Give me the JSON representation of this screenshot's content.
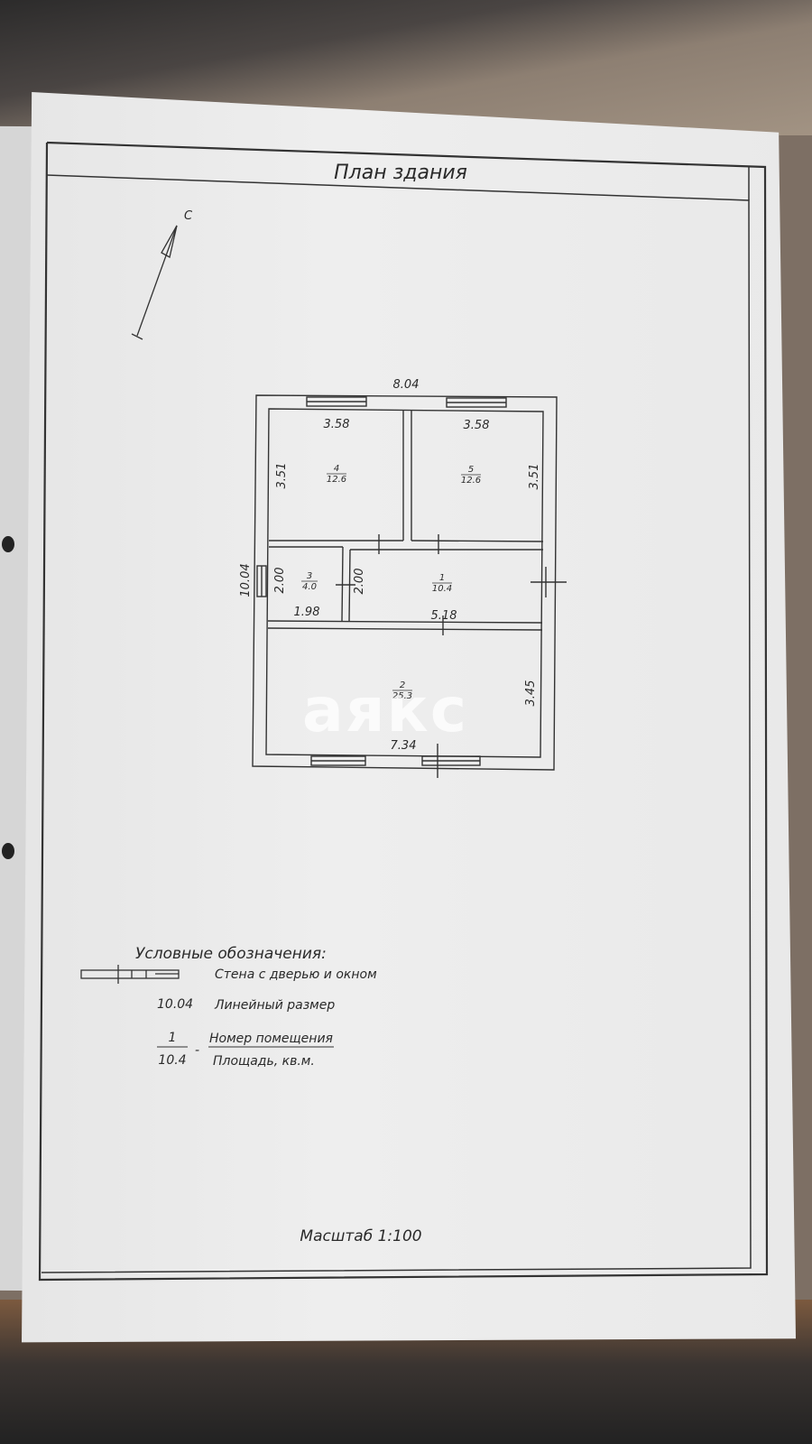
{
  "title": "План здания",
  "north_label": "С",
  "dimensions": {
    "total_width": "8.04",
    "total_height": "10.04",
    "room4_width": "3.58",
    "room5_width": "3.58",
    "room4_height": "3.51",
    "room5_height": "3.51",
    "room3_height": "2.00",
    "room1_height": "2.00",
    "room3_width": "1.98",
    "room1_width": "5.18",
    "room2_height": "3.45",
    "room2_width": "7.34"
  },
  "rooms": [
    {
      "number": "4",
      "area": "12.6"
    },
    {
      "number": "5",
      "area": "12.6"
    },
    {
      "number": "3",
      "area": "4.0"
    },
    {
      "number": "1",
      "area": "10.4"
    },
    {
      "number": "2",
      "area": "25.3"
    }
  ],
  "legend": {
    "heading": "Условные обозначения:",
    "wall_label": "Стена с дверью и окном",
    "dim_example": "10.04",
    "dim_label": "Линейный размер",
    "room_no_example": "1",
    "area_example": "10.4",
    "dash": "-",
    "room_no_label": "Номер помещения",
    "area_label": "Площадь, кв.м."
  },
  "scale": "Масштаб 1:100",
  "watermark": "аякс"
}
